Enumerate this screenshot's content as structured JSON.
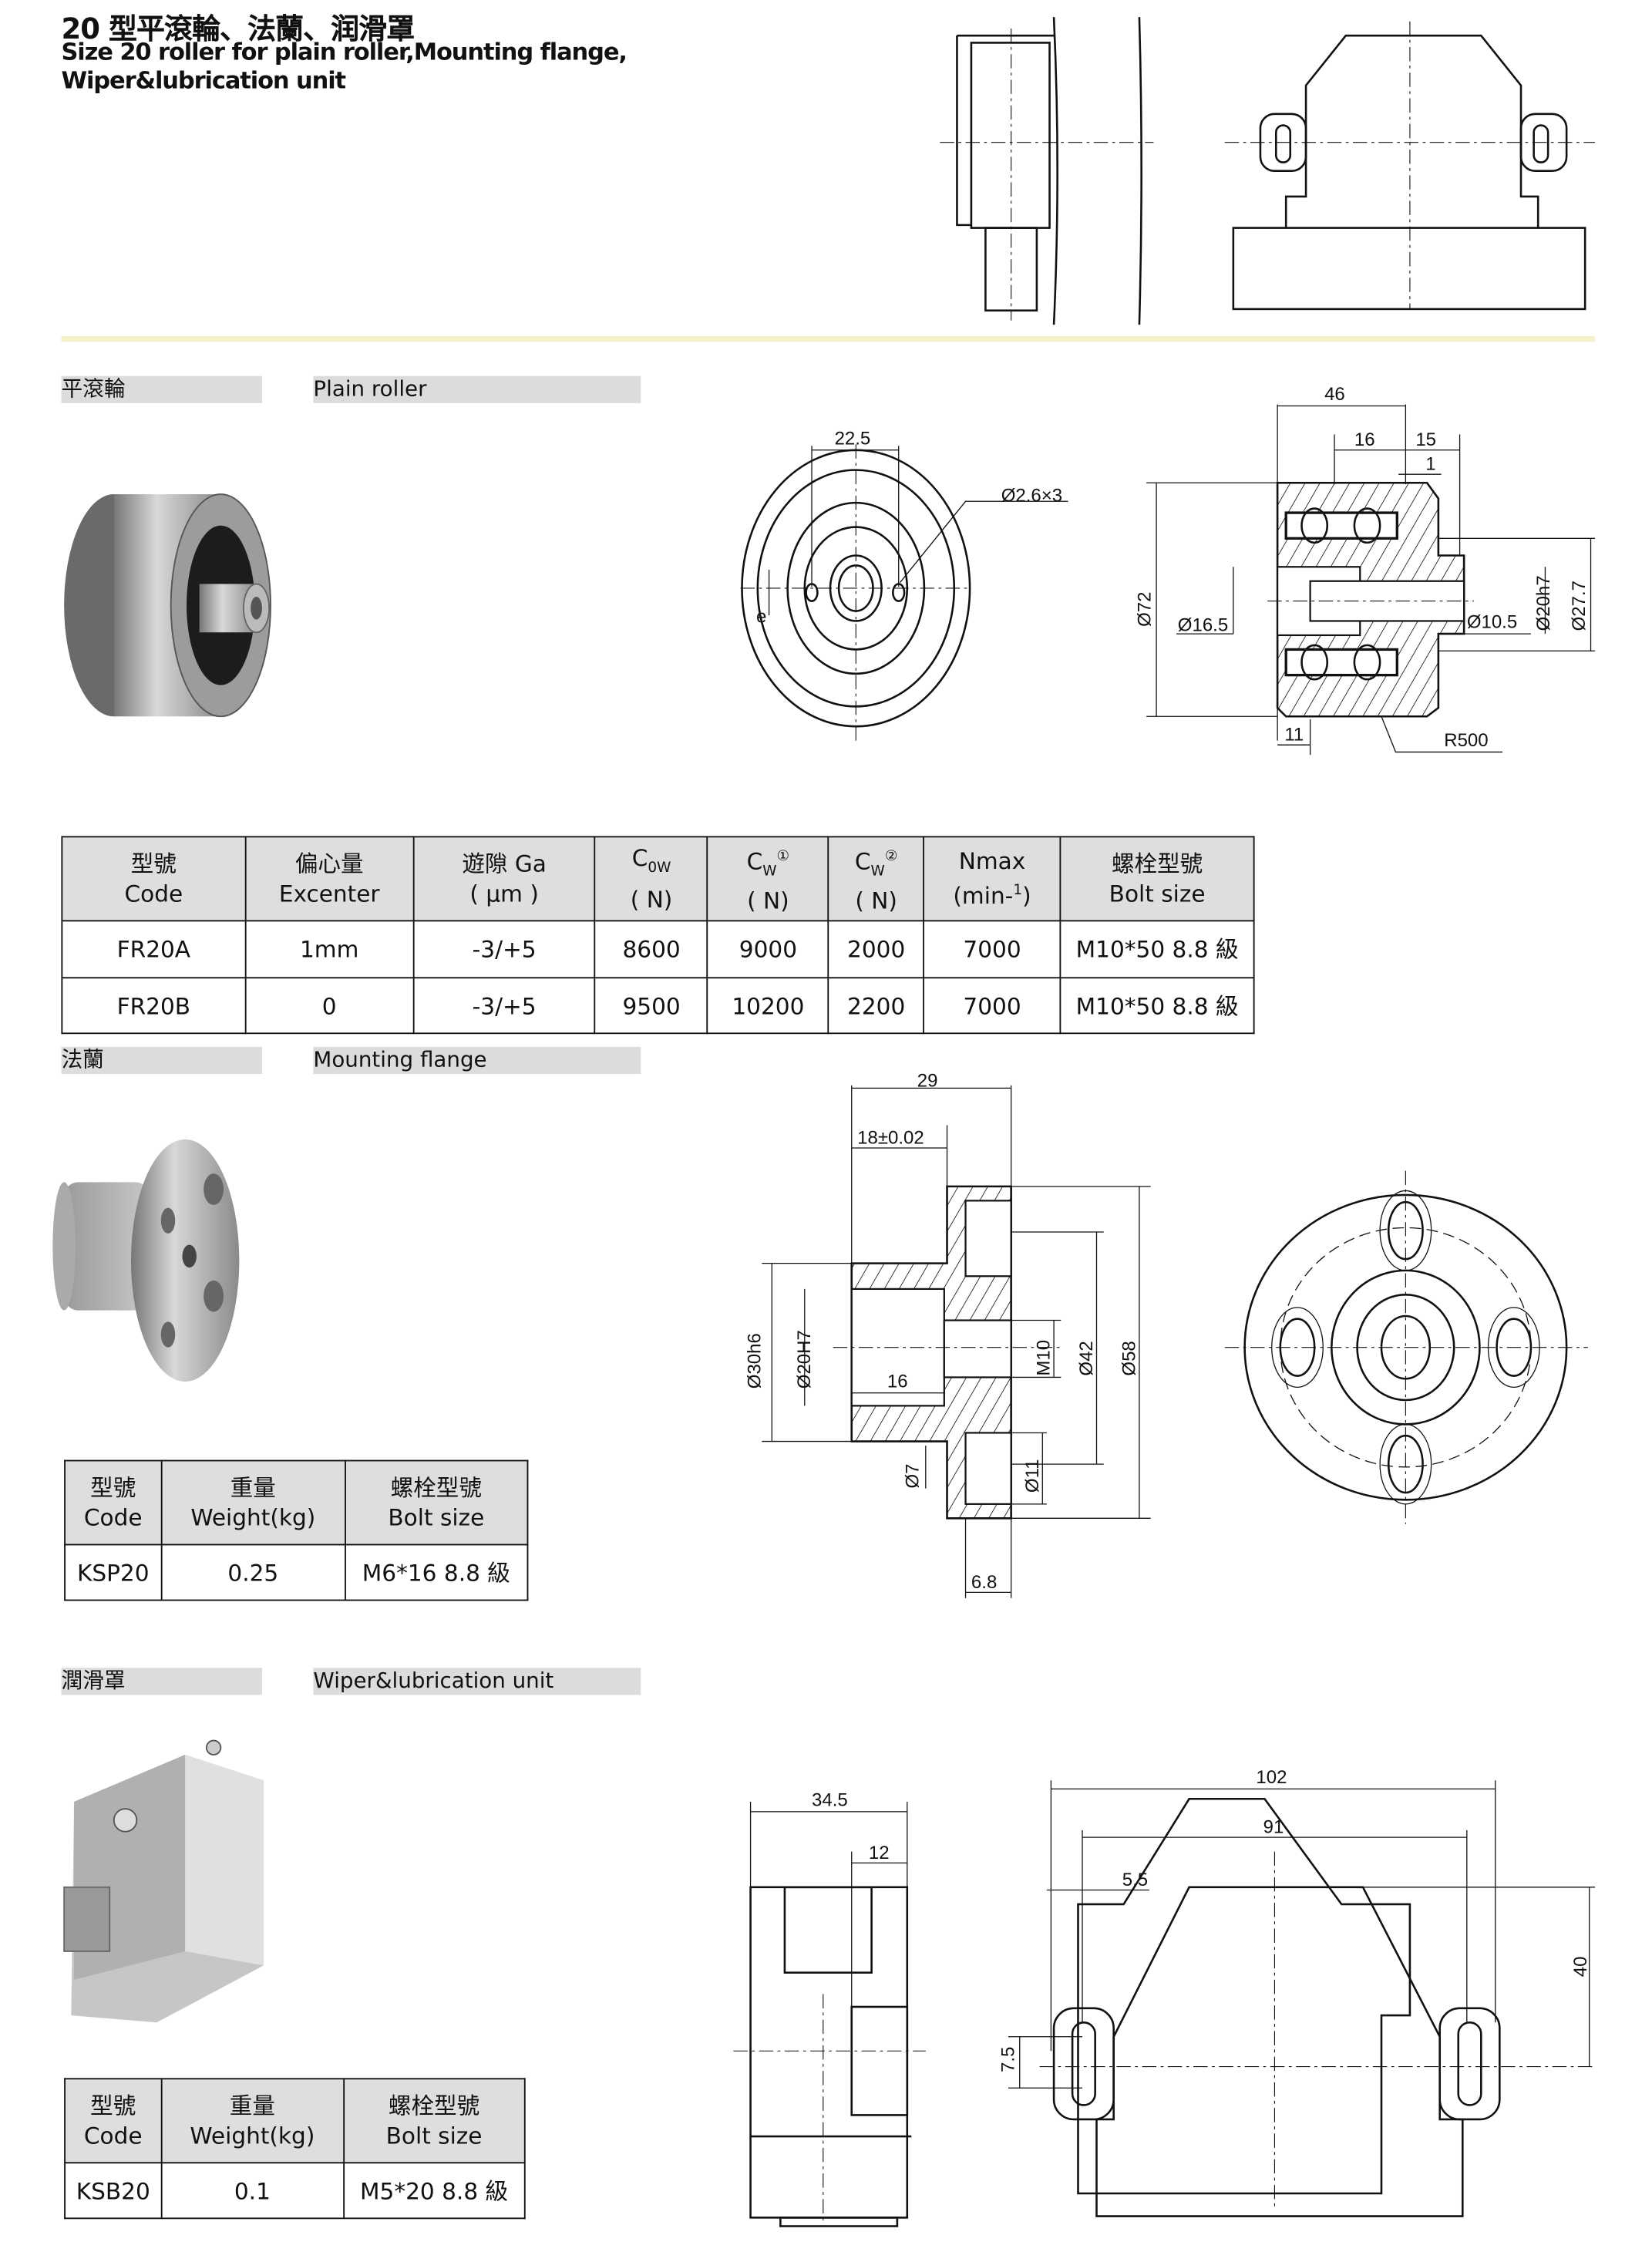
{
  "header": {
    "title_cn": "20 型平滾輪、法蘭、润滑罩",
    "title_en_line1": "Size 20 roller for plain roller,Mounting flange,",
    "title_en_line2": "Wiper&lubrication unit"
  },
  "sections": {
    "plain_roller": {
      "label_cn": "平滾輪",
      "label_en": "Plain roller"
    },
    "mounting_flange": {
      "label_cn": "法蘭",
      "label_en": "Mounting flange"
    },
    "wiper": {
      "label_cn": "潤滑罩",
      "label_en": "Wiper&lubrication unit"
    }
  },
  "roller_table": {
    "headers": [
      {
        "cn": "型號",
        "en": "Code"
      },
      {
        "cn": "偏心量",
        "en": "Excenter"
      },
      {
        "cn": "遊隙 Ga",
        "en": "( μm )"
      },
      {
        "main": "C",
        "sub": "0W",
        "en": "( N)"
      },
      {
        "main": "C",
        "sub": "W",
        "sup": "①",
        "en": "( N)"
      },
      {
        "main": "C",
        "sub": "W",
        "sup": "②",
        "en": "( N)"
      },
      {
        "cn": "Nmax",
        "en_pre": "(min-",
        "en_sup": "1",
        "en_post": ")"
      },
      {
        "cn": "螺栓型號",
        "en": "Bolt size"
      }
    ],
    "rows": [
      [
        "FR20A",
        "1mm",
        "-3/+5",
        "8600",
        "9000",
        "2000",
        "7000",
        "M10*50  8.8 級"
      ],
      [
        "FR20B",
        "0",
        "-3/+5",
        "9500",
        "10200",
        "2200",
        "7000",
        "M10*50  8.8 級"
      ]
    ]
  },
  "flange_table": {
    "headers": [
      {
        "cn": "型號",
        "en": "Code"
      },
      {
        "cn": "重量",
        "en": "Weight(kg)"
      },
      {
        "cn": "螺栓型號",
        "en": "Bolt size"
      }
    ],
    "rows": [
      [
        "KSP20",
        "0.25",
        "M6*16 8.8 級"
      ]
    ]
  },
  "wiper_table": {
    "headers": [
      {
        "cn": "型號",
        "en": "Code"
      },
      {
        "cn": "重量",
        "en": "Weight(kg)"
      },
      {
        "cn": "螺栓型號",
        "en": "Bolt size"
      }
    ],
    "rows": [
      [
        "KSB20",
        "0.1",
        "M5*20 8.8 級"
      ]
    ]
  },
  "dims": {
    "roller_front": {
      "d1": "22.5",
      "holes": "Ø2.6×3",
      "e": "e"
    },
    "roller_section": {
      "w46": "46",
      "w16": "16",
      "w15": "15",
      "w1": "1",
      "d72": "Ø72",
      "d165": "Ø16.5",
      "d105": "Ø10.5",
      "d20": "Ø20h7",
      "d277": "Ø27.7",
      "w11": "11",
      "r500": "R500"
    },
    "flange_section": {
      "w29": "29",
      "w18": "18±0.02",
      "d30": "Ø30h6",
      "d20": "Ø20H7",
      "w16": "16",
      "m10": "M10",
      "d42": "Ø42",
      "d58": "Ø58",
      "d7": "Ø7",
      "d11": "Ø11",
      "w68": "6.8"
    },
    "wiper_side": {
      "w345": "34.5",
      "w12": "12"
    },
    "wiper_front": {
      "w102": "102",
      "w91": "91",
      "w55": "5.5",
      "h40": "40",
      "h75": "7.5"
    }
  },
  "colors": {
    "rule": "#f3f0cc",
    "section_bar": "#dcdcdc",
    "table_header": "#dedede"
  }
}
